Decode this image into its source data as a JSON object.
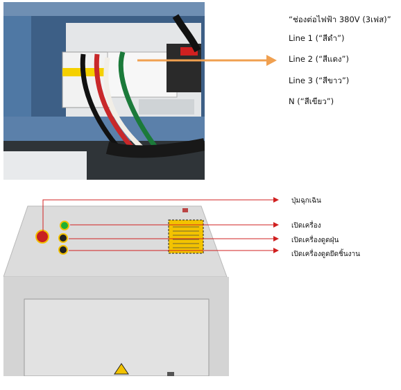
{
  "wiring": {
    "title": "“ช่องต่อไฟฟ้า 380V (3เฟส)”",
    "line1": "Line 1 (“สีดำ”)",
    "line2": "Line 2 (“สีแดง”)",
    "line3": "Line 3 (“สีขาว”)",
    "neutral": "N (“สีเขียว”)"
  },
  "panel": {
    "emergency": "ปุ่มฉุกเฉิน",
    "machine_on": "เปิดเครื่อง",
    "dust_on": "เปิดเครื่องดูดฝุ่น",
    "clamp_on": "เปิดเครื่องดูดยึดชิ้นงาน"
  },
  "colors": {
    "callout_orange": "#f0a050",
    "callout_red": "#d02020",
    "panel_blue": "#5a7fa6",
    "cabinet_gray": "#d8d8d8"
  }
}
